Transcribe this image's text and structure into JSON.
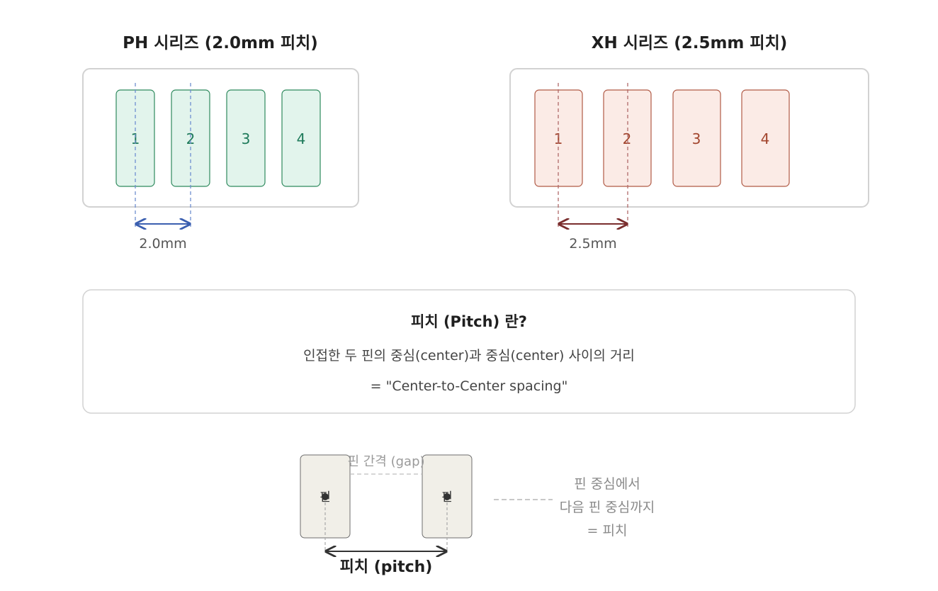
{
  "ph": {
    "title": "PH 시리즈 (2.0mm 피치)",
    "pins": [
      "1",
      "2",
      "3",
      "4"
    ],
    "pitch_label": "2.0mm",
    "pitch_mm": 2.0,
    "colors": {
      "fill": "#e2f4ec",
      "stroke": "#2f8a5e",
      "text": "#1e7a5a",
      "guide": "#6f8fd0",
      "arrow": "#3b5fb0"
    }
  },
  "xh": {
    "title": "XH 시리즈 (2.5mm 피치)",
    "pins": [
      "1",
      "2",
      "3",
      "4"
    ],
    "pitch_label": "2.5mm",
    "pitch_mm": 2.5,
    "colors": {
      "fill": "#fbebe6",
      "stroke": "#b05a45",
      "text": "#a2452d",
      "guide": "#b06a6a",
      "arrow": "#7a2e2e"
    }
  },
  "info": {
    "title": "피치 (Pitch) 란?",
    "line1": "인접한 두 핀의 중심(center)과 중심(center) 사이의 거리",
    "line2": "= \"Center-to-Center spacing\""
  },
  "detail": {
    "gap_label": "핀 간격 (gap)",
    "pin_left": "핀",
    "pin_right": "핀",
    "pitch_label": "피치 (pitch)",
    "note_line1": "핀 중심에서",
    "note_line2": "다음 핀 중심까지",
    "note_line3": "= 피치",
    "colors": {
      "fill": "#f1efe8",
      "stroke": "#6e6e6e",
      "dot": "#333333",
      "arrow": "#333333"
    }
  }
}
